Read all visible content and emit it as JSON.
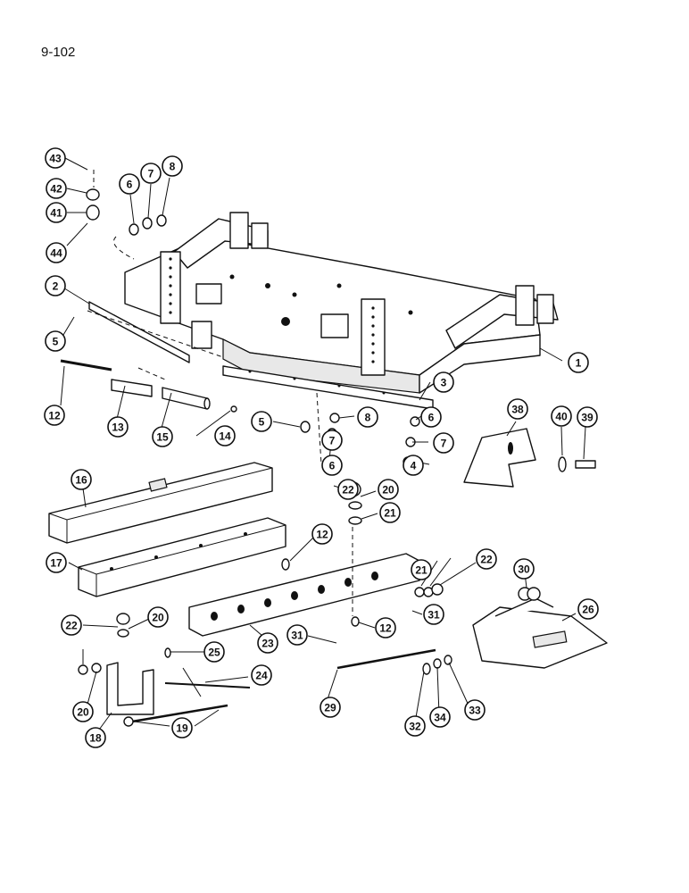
{
  "page": {
    "number": "9-102"
  },
  "callouts": [
    "1",
    "2",
    "3",
    "4",
    "5",
    "5",
    "6",
    "6",
    "6",
    "7",
    "7",
    "7",
    "8",
    "8",
    "12",
    "12",
    "12",
    "13",
    "14",
    "15",
    "16",
    "17",
    "18",
    "19",
    "20",
    "20",
    "20",
    "21",
    "21",
    "22",
    "22",
    "22",
    "23",
    "24",
    "25",
    "26",
    "29",
    "30",
    "31",
    "31",
    "32",
    "33",
    "34",
    "38",
    "39",
    "40",
    "41",
    "42",
    "43",
    "44"
  ]
}
